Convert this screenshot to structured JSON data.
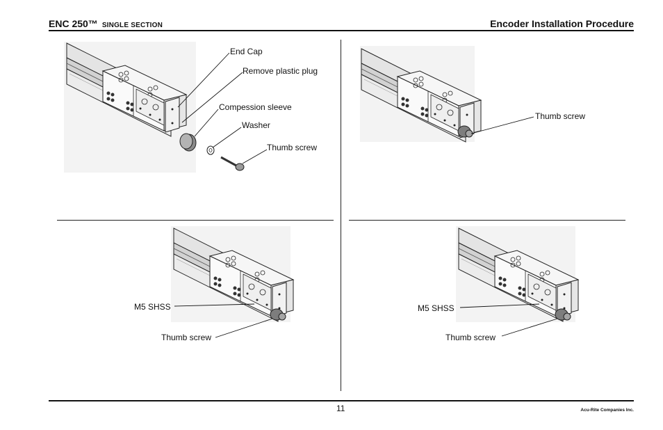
{
  "header": {
    "product": "ENC 250™",
    "product_sub": "SINGLE SECTION",
    "title": "Encoder Installation Procedure"
  },
  "panels": {
    "top_left": {
      "callouts": {
        "end_cap": "End Cap",
        "plug": "Remove plastic plug",
        "sleeve": "Compession sleeve",
        "washer": "Washer",
        "thumb": "Thumb screw"
      }
    },
    "top_right": {
      "callouts": {
        "thumb": "Thumb screw"
      }
    },
    "bottom_left": {
      "callouts": {
        "m5": "M5 SHSS",
        "thumb": "Thumb screw"
      }
    },
    "bottom_right": {
      "callouts": {
        "m5": "M5 SHSS",
        "thumb": "Thumb screw"
      }
    }
  },
  "footer": {
    "page_number": "11",
    "company": "Acu-Rite Companies Inc."
  }
}
